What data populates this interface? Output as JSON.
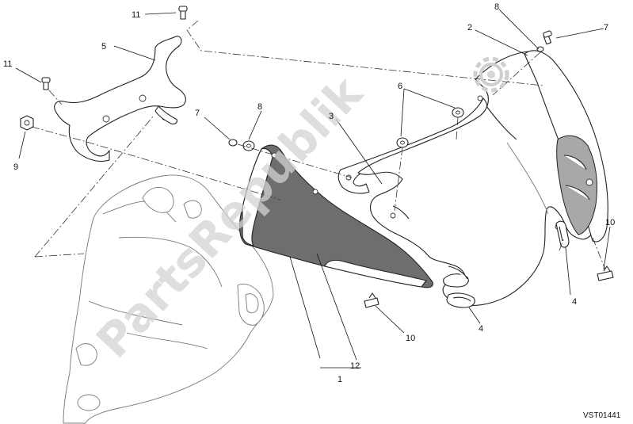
{
  "watermark": {
    "text": "PartsRepublik"
  },
  "drawing_code": "VST01441",
  "callouts": {
    "n11_top": "11",
    "n11_left": "11",
    "n5": "5",
    "n9": "9",
    "n7_left": "7",
    "n8_left": "8",
    "n3": "3",
    "n6": "6",
    "n2": "2",
    "n8_right": "8",
    "n7_right": "7",
    "n10_right": "10",
    "n4_right": "4",
    "n4_bottom": "4",
    "n10_bottom": "10",
    "n12": "12",
    "n1": "1"
  }
}
